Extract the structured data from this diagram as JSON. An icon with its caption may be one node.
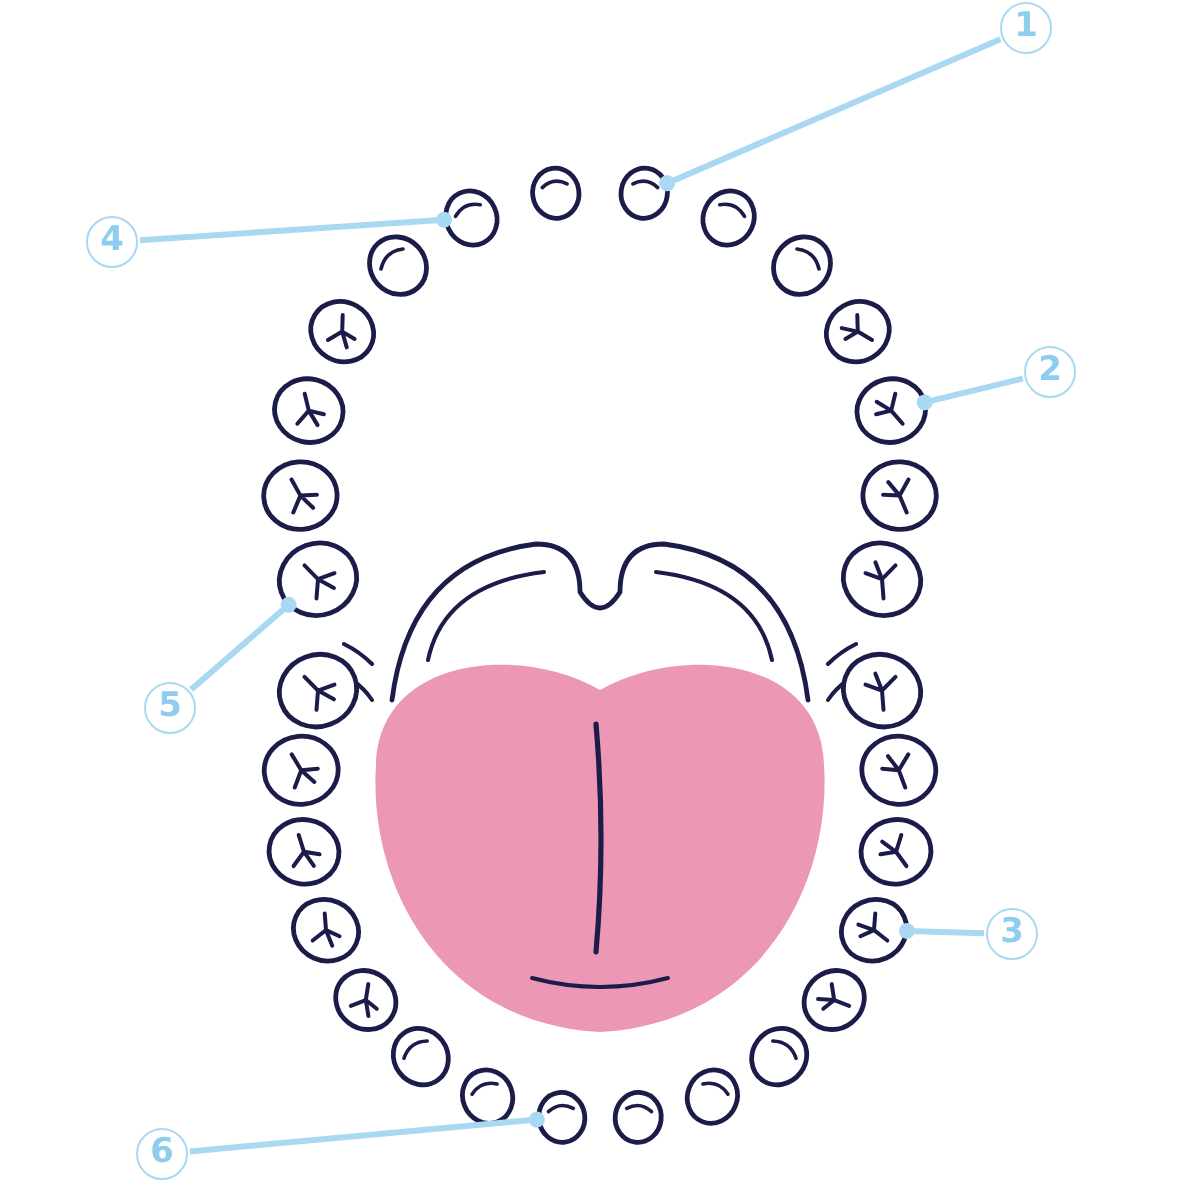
{
  "diagram": {
    "nodes": [
      {
        "text": [
          "1"
        ]
      },
      {
        "text": [
          "2"
        ]
      },
      {
        "text": [
          "3"
        ]
      },
      {
        "text": [
          "4"
        ]
      },
      {
        "text": [
          "5"
        ]
      },
      {
        "text": [
          "6"
        ]
      },
      {
        "text": [],
        "shape": "tooth"
      },
      {
        "text": [],
        "shape": "tooth"
      },
      {
        "text": [],
        "shape": "tooth"
      },
      {
        "text": [],
        "shape": "tooth"
      },
      {
        "text": [],
        "shape": "tooth"
      },
      {
        "text": [],
        "shape": "tooth"
      }
    ],
    "edges": [
      {
        "from": 0,
        "to": 6,
        "arrow": "other"
      },
      {
        "from": 1,
        "to": 8,
        "arrow": "other"
      },
      {
        "from": 2,
        "to": 10,
        "arrow": "other"
      },
      {
        "from": 3,
        "to": 7,
        "arrow": "other"
      },
      {
        "from": 4,
        "to": 9,
        "arrow": "other"
      },
      {
        "from": 5,
        "to": 11,
        "arrow": "other"
      }
    ]
  }
}
